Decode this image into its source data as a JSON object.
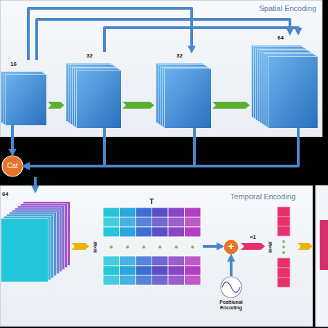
{
  "diagram": {
    "nodes": [
      {
        "text": [
          "Spatial Encoding"
        ]
      },
      {
        "text": [
          "16"
        ],
        "in": 0
      },
      {
        "text": [
          "32"
        ],
        "in": 0
      },
      {
        "text": [
          "32"
        ],
        "in": 0
      },
      {
        "text": [
          "64"
        ],
        "in": 0
      },
      {
        "text": [
          "Cat"
        ]
      },
      {
        "text": [
          "Temporal Encoding"
        ]
      },
      {
        "text": [
          "64"
        ],
        "in": 6
      },
      {
        "text": [
          "T",
          "H×W"
        ],
        "in": 6
      },
      {
        "text": [
          "+"
        ],
        "in": 6
      },
      {
        "text": [
          "Positional Encoding"
        ],
        "in": 6
      },
      {
        "text": [
          "H×W"
        ],
        "in": 6
      }
    ],
    "edges": [
      {
        "from": 1,
        "to": 2,
        "arrow": "to"
      },
      {
        "from": 2,
        "to": 3,
        "arrow": "to"
      },
      {
        "from": 3,
        "to": 4,
        "arrow": "to"
      },
      {
        "from": 1,
        "to": 3,
        "arrow": "to"
      },
      {
        "from": 1,
        "to": 4,
        "arrow": "to"
      },
      {
        "from": 2,
        "to": 4,
        "arrow": "to"
      },
      {
        "from": 1,
        "to": 5,
        "arrow": "to"
      },
      {
        "from": 2,
        "to": 5,
        "arrow": "to"
      },
      {
        "from": 3,
        "to": 5,
        "arrow": "to"
      },
      {
        "from": 4,
        "to": 5,
        "arrow": "to"
      },
      {
        "from": 5,
        "to": 7,
        "arrow": "to"
      },
      {
        "from": 7,
        "to": 8,
        "arrow": "to"
      },
      {
        "from": 8,
        "to": 9,
        "arrow": "to"
      },
      {
        "from": 10,
        "to": 9,
        "arrow": "to"
      },
      {
        "from": 9,
        "to": 11,
        "label": "×1",
        "arrow": "to"
      }
    ]
  }
}
